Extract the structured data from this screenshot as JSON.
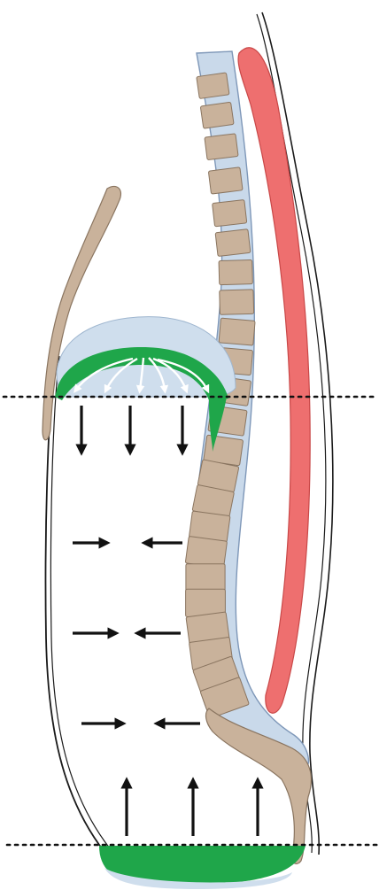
{
  "diagram": {
    "colors": {
      "background": "#ffffff",
      "outline": "#1a1a1a",
      "bone": "#c9b29b",
      "bone_stroke": "#8a7560",
      "disc_sheath": "#c9d9ea",
      "sheath_stroke": "#7e97b8",
      "muscle": "#ee6f6f",
      "muscle_stroke": "#c94848",
      "diaphragm_dome": "#cfdeed",
      "diaphragm_green": "#1fa64a",
      "arrow": "#111111",
      "arrow_on_green": "#ffffff"
    },
    "vertebra_count": 23,
    "reference_lines": [
      "diaphragm-level-line",
      "pelvic-floor-level-line"
    ],
    "arrow_groups": {
      "diaphragm_inner": 6,
      "downward": 3,
      "inward_pairs": 3,
      "upward": 3
    }
  }
}
